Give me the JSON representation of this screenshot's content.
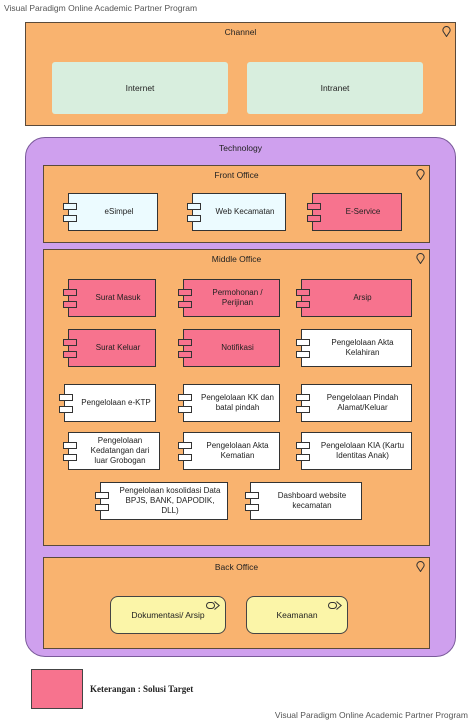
{
  "watermark_top": "Visual Paradigm Online Academic Partner Program",
  "watermark_bottom": "Visual Paradigm Online Academic Partner Program",
  "channel": {
    "title": "Channel",
    "areas": [
      "Internet",
      "Intranet"
    ]
  },
  "technology": {
    "title": "Technology",
    "front_office": {
      "title": "Front Office",
      "components": [
        "eSimpel",
        "Web Kecamatan",
        "E-Service"
      ]
    },
    "middle_office": {
      "title": "Middle Office",
      "components": [
        "Surat Masuk",
        "Permohonan / Perijinan",
        "Arsip",
        "Surat Keluar",
        "Notifikasi",
        "Pengelolaan Akta Kelahiran",
        "Pengelolaan e-KTP",
        "Pengelolaan KK dan batal pindah",
        "Pengelolaan Pindah Alamat/Keluar",
        "Pengelolaan Kedatangan dari luar Grobogan",
        "Pengelolaan Akta Kematian",
        "Pengelolaan KIA (Kartu Identitas Anak)",
        "Pengelolaan kosolidasi Data BPJS, BANK, DAPODIK, DLL)",
        "Dashboard website kecamatan"
      ]
    },
    "back_office": {
      "title": "Back Office",
      "services": [
        "Dokumentasi/ Arsip",
        "Keamanan"
      ]
    }
  },
  "legend": {
    "label": "Keterangan : Solusi Target",
    "color": "#f7738e"
  },
  "colors": {
    "group_fill": "#f9b36f",
    "technology_fill": "#cfa0ee",
    "target_solution": "#f7738e",
    "component_fill": "#ffffff",
    "front_component_fill": "#ecfbff",
    "area_fill": "#d8eede",
    "service_fill": "#fbf5a8"
  },
  "icons": {
    "group_marker": "location-pin-icon",
    "component_marker": "component-tabs-icon",
    "service_marker": "service-arrow-icon"
  }
}
